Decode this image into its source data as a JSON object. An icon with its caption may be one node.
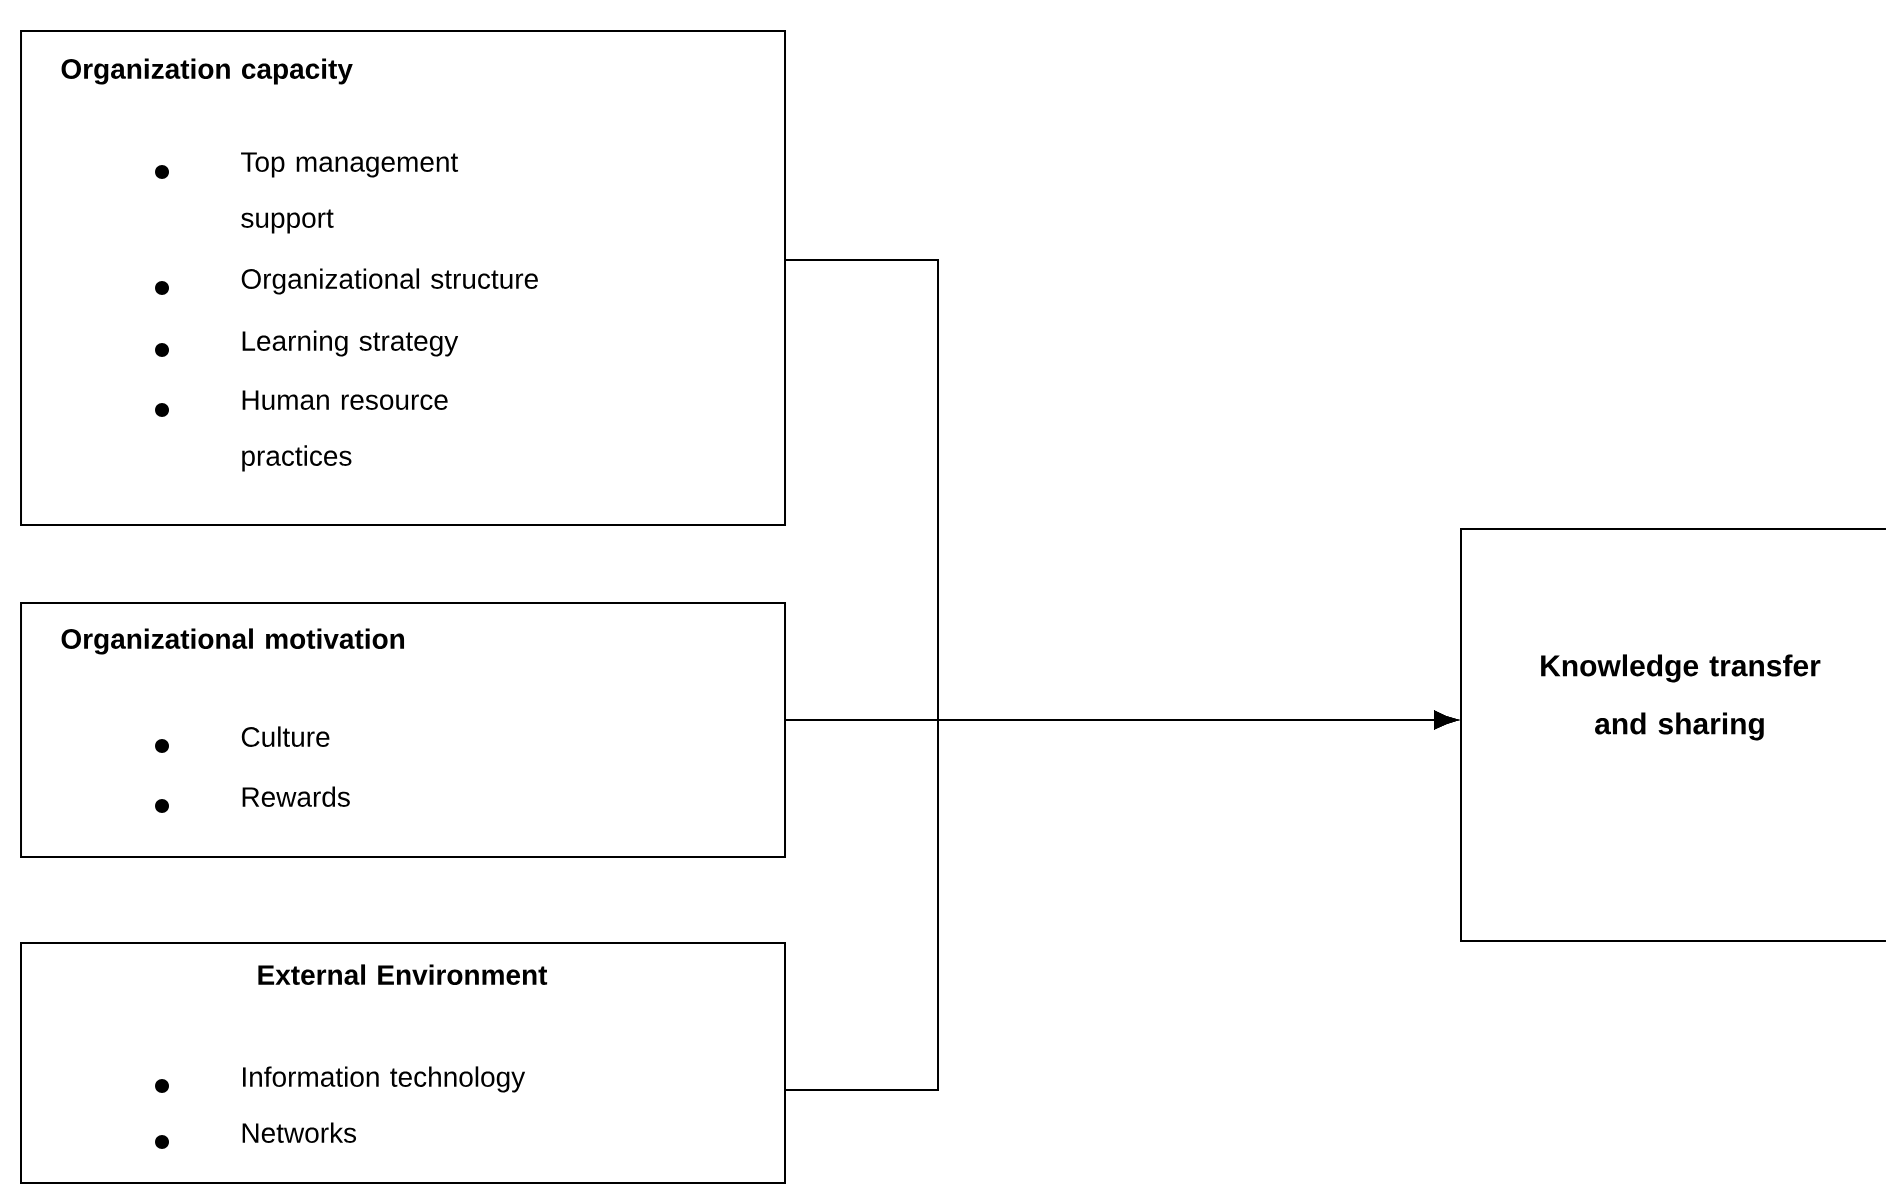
{
  "diagram": {
    "nodes": [
      {
        "text": [
          "Organization capacity",
          "Top management support",
          "Organizational structure",
          "Learning strategy",
          "Human resource practices"
        ]
      },
      {
        "text": [
          "Organizational motivation",
          "Culture",
          "Rewards"
        ]
      },
      {
        "text": [
          "External Environment",
          "Information technology",
          "Networks"
        ]
      },
      {
        "text": [
          "Knowledge transfer and sharing"
        ]
      }
    ],
    "edges": [
      {
        "from": 0,
        "to": 3,
        "arrow": "to"
      },
      {
        "from": 1,
        "to": 3,
        "arrow": "to"
      },
      {
        "from": 2,
        "to": 3,
        "arrow": "to"
      }
    ]
  }
}
